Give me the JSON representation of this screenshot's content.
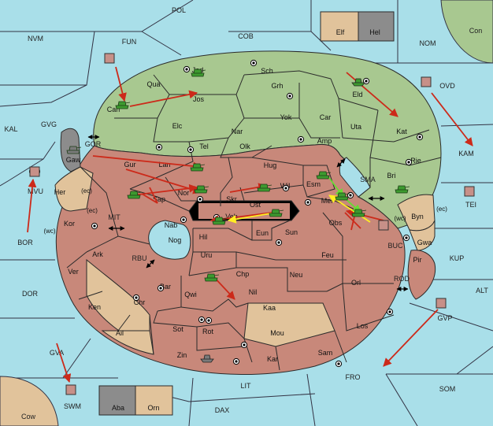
{
  "colors": {
    "sea": "#a9dfe9",
    "green": "#a8c890",
    "red": "#c8887a",
    "tan": "#e1c39b",
    "grey": "#8c8c8c",
    "unit_green": "#3d9a2f",
    "unit_grey": "#7a7a7a",
    "unit_red": "#c79088",
    "order_red": "#cc2a1a",
    "order_yellow": "#ffee22",
    "order_green": "#66dd33",
    "order_black": "#000000"
  },
  "sea": [
    "POL",
    "NVM",
    "FUN",
    "COB",
    "NOM",
    "Con",
    "KAL",
    "GVG",
    "OVD",
    "KAM",
    "GOR",
    "MVU",
    "SMA",
    "TEI",
    "BOR",
    "MIT",
    "BUC",
    "KUP",
    "RBU",
    "ROD",
    "DOR",
    "ALT",
    "GVP",
    "GVA",
    "FRO",
    "SOM",
    "LIT",
    "SWM",
    "DAX",
    "Cow"
  ],
  "land": [
    {
      "name": "Jad",
      "fill": "green",
      "sc": true
    },
    {
      "name": "Sch",
      "fill": "green",
      "sc": true
    },
    {
      "name": "Qua",
      "fill": "green",
      "sc": false
    },
    {
      "name": "Jos",
      "fill": "green",
      "sc": false
    },
    {
      "name": "Grh",
      "fill": "green",
      "sc": true
    },
    {
      "name": "Eld",
      "fill": "green",
      "sc": true
    },
    {
      "name": "Can",
      "fill": "green",
      "sc": false
    },
    {
      "name": "Yok",
      "fill": "green",
      "sc": true
    },
    {
      "name": "Car",
      "fill": "green",
      "sc": false
    },
    {
      "name": "Elc",
      "fill": "green",
      "sc": false
    },
    {
      "name": "Nar",
      "fill": "green",
      "sc": false
    },
    {
      "name": "Uta",
      "fill": "green",
      "sc": false
    },
    {
      "name": "Kat",
      "fill": "green",
      "sc": true
    },
    {
      "name": "Tel",
      "fill": "green",
      "sc": true
    },
    {
      "name": "Olk",
      "fill": "green",
      "sc": false
    },
    {
      "name": "Amp",
      "fill": "green",
      "sc": false
    },
    {
      "name": "Lan",
      "fill": "green",
      "sc": true
    },
    {
      "name": "Hug",
      "fill": "green",
      "sc": false
    },
    {
      "name": "Rie",
      "fill": "green",
      "sc": false
    },
    {
      "name": "Bri",
      "fill": "green",
      "sc": false
    },
    {
      "name": "Esm",
      "fill": "green",
      "sc": false
    },
    {
      "name": "Wil",
      "fill": "green",
      "sc": false
    },
    {
      "name": "Skr",
      "fill": "green",
      "sc": false
    },
    {
      "name": "Gaw",
      "fill": "grey",
      "sc": false
    },
    {
      "name": "Gur",
      "fill": "red",
      "sc": false
    },
    {
      "name": "Nor",
      "fill": "red",
      "sc": true
    },
    {
      "name": "Sap",
      "fill": "red",
      "sc": false
    },
    {
      "name": "Mel",
      "fill": "red",
      "sc": true
    },
    {
      "name": "Ost",
      "fill": "red",
      "sc": false
    },
    {
      "name": "Veb",
      "fill": "red",
      "sc": true
    },
    {
      "name": "Obs",
      "fill": "red",
      "sc": false
    },
    {
      "name": "Eun",
      "fill": "red",
      "sc": false
    },
    {
      "name": "Sun",
      "fill": "red",
      "sc": true
    },
    {
      "name": "Nab",
      "fill": "red",
      "sc": true
    },
    {
      "name": "Hil",
      "fill": "red",
      "sc": false
    },
    {
      "name": "Nog",
      "fill": "red",
      "sc": false
    },
    {
      "name": "Uru",
      "fill": "red",
      "sc": false
    },
    {
      "name": "Feu",
      "fill": "red",
      "sc": false
    },
    {
      "name": "Kor",
      "fill": "red",
      "sc": false
    },
    {
      "name": "Ark",
      "fill": "red",
      "sc": false
    },
    {
      "name": "Ver",
      "fill": "red",
      "sc": false
    },
    {
      "name": "Chp",
      "fill": "red",
      "sc": false
    },
    {
      "name": "Neu",
      "fill": "red",
      "sc": false
    },
    {
      "name": "Orl",
      "fill": "red",
      "sc": false
    },
    {
      "name": "Bar",
      "fill": "red",
      "sc": false
    },
    {
      "name": "Qwi",
      "fill": "red",
      "sc": false
    },
    {
      "name": "Nil",
      "fill": "red",
      "sc": false
    },
    {
      "name": "Ken",
      "fill": "red",
      "sc": false
    },
    {
      "name": "Kaa",
      "fill": "tan",
      "sc": false
    },
    {
      "name": "Chr",
      "fill": "tan",
      "sc": false
    },
    {
      "name": "Ail",
      "fill": "tan",
      "sc": false
    },
    {
      "name": "Sot",
      "fill": "red",
      "sc": false
    },
    {
      "name": "Rot",
      "fill": "red",
      "sc": true
    },
    {
      "name": "Mou",
      "fill": "tan",
      "sc": false
    },
    {
      "name": "Los",
      "fill": "red",
      "sc": false
    },
    {
      "name": "Zin",
      "fill": "red",
      "sc": false
    },
    {
      "name": "Kar",
      "fill": "red",
      "sc": false
    },
    {
      "name": "Sam",
      "fill": "red",
      "sc": false
    },
    {
      "name": "Her",
      "fill": "tan",
      "sc": false
    },
    {
      "name": "Byn",
      "fill": "tan",
      "sc": false
    },
    {
      "name": "Gwa",
      "fill": "tan",
      "sc": false
    },
    {
      "name": "Pir",
      "fill": "red",
      "sc": false
    },
    {
      "name": "Elf",
      "fill": "tan",
      "sc": false
    },
    {
      "name": "Hel",
      "fill": "grey",
      "sc": false
    },
    {
      "name": "Aba",
      "fill": "grey",
      "sc": false
    },
    {
      "name": "Orn",
      "fill": "tan",
      "sc": false
    }
  ],
  "coast_labels": [
    "(wc)",
    "(ec)",
    "(ec)",
    "(wc)",
    "(wc)",
    "(ec)"
  ],
  "units": [
    {
      "power": "green",
      "type": "army",
      "at": "Jad"
    },
    {
      "power": "green",
      "type": "army",
      "at": "Can"
    },
    {
      "power": "green",
      "type": "fleet",
      "at": "Eld"
    },
    {
      "power": "green",
      "type": "army",
      "at": "Lan"
    },
    {
      "power": "green",
      "type": "army",
      "at": "Nor"
    },
    {
      "power": "green",
      "type": "army",
      "at": "Wil"
    },
    {
      "power": "green",
      "type": "army",
      "at": "Esm"
    },
    {
      "power": "green",
      "type": "army",
      "at": "Mel"
    },
    {
      "power": "green",
      "type": "army",
      "at": "Bri"
    },
    {
      "power": "green",
      "type": "army",
      "at": "Sap"
    },
    {
      "power": "green",
      "type": "army",
      "at": "Ost"
    },
    {
      "power": "green",
      "type": "army",
      "at": "Veb"
    },
    {
      "power": "green",
      "type": "army",
      "at": "Chp"
    },
    {
      "power": "green",
      "type": "army",
      "at": "Obs"
    },
    {
      "power": "grey",
      "type": "army",
      "at": "Gaw"
    },
    {
      "power": "grey",
      "type": "fleet",
      "at": "Zin"
    },
    {
      "power": "red",
      "type": "army",
      "at": "FUN"
    },
    {
      "power": "red",
      "type": "army",
      "at": "OVD"
    },
    {
      "power": "red",
      "type": "army",
      "at": "MVU"
    },
    {
      "power": "red",
      "type": "army",
      "at": "TEI"
    },
    {
      "power": "red",
      "type": "army",
      "at": "BUC"
    },
    {
      "power": "red",
      "type": "army",
      "at": "GVP"
    },
    {
      "power": "red",
      "type": "army",
      "at": "SWM"
    }
  ]
}
